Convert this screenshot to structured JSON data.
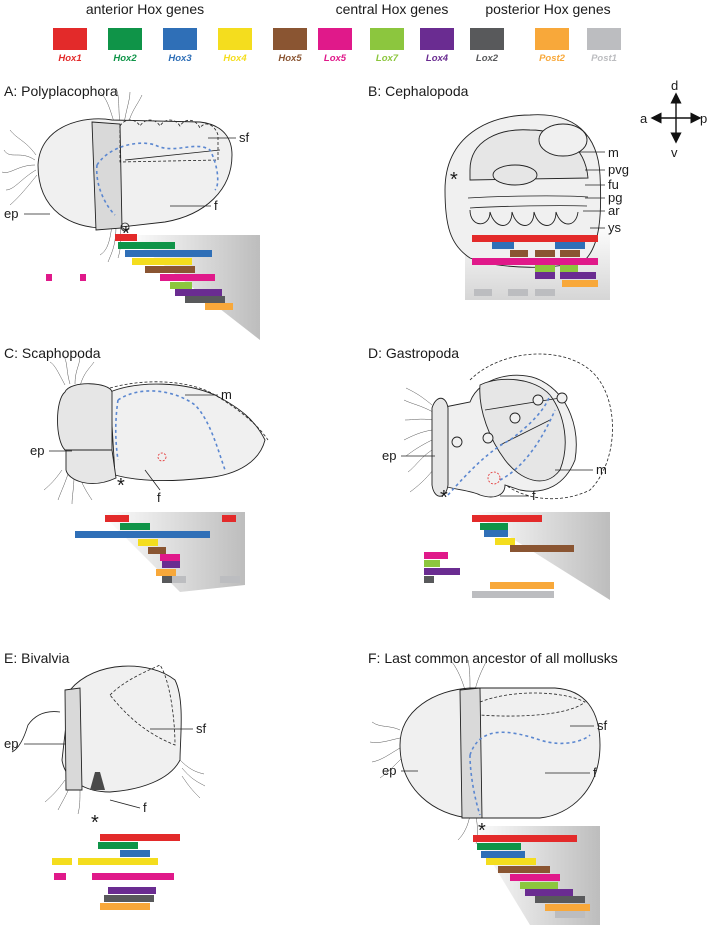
{
  "legend": {
    "groups": [
      {
        "title": "anterior Hox genes",
        "genes": [
          "Hox1",
          "Hox2",
          "Hox3",
          "Hox4",
          "Hox5"
        ]
      },
      {
        "title": "central Hox genes",
        "genes": [
          "Lox5",
          "Lox7",
          "Lox4",
          "Lox2"
        ]
      },
      {
        "title": "posterior Hox genes",
        "genes": [
          "Post2",
          "Post1"
        ]
      }
    ]
  },
  "gene_colors": {
    "Hox1": "#e32a2a",
    "Hox2": "#0f9448",
    "Hox3": "#2f6fb7",
    "Hox4": "#f4dd1e",
    "Hox5": "#8a5532",
    "Lox5": "#e0198a",
    "Lox7": "#8cc63e",
    "Lox4": "#6a2c91",
    "Lox2": "#58595b",
    "Post2": "#f8a83a",
    "Post1": "#bcbdc0"
  },
  "panels": {
    "A": {
      "title": "A: Polyplacophora",
      "labels": {
        "sf": "sf",
        "ep": "ep",
        "f": "f",
        "star": "*"
      }
    },
    "B": {
      "title": "B: Cephalopoda",
      "labels": {
        "m": "m",
        "pvg": "pvg",
        "fu": "fu",
        "pg": "pg",
        "ar": "ar",
        "ys": "ys",
        "star": "*"
      }
    },
    "C": {
      "title": "C: Scaphopoda",
      "labels": {
        "m": "m",
        "ep": "ep",
        "f": "f",
        "star": "*"
      }
    },
    "D": {
      "title": "D: Gastropoda",
      "labels": {
        "ep": "ep",
        "m": "m",
        "f": "f",
        "star": "*"
      }
    },
    "E": {
      "title": "E: Bivalvia",
      "labels": {
        "sf": "sf",
        "ep": "ep",
        "f": "f",
        "star": "*"
      }
    },
    "F": {
      "title": "F: Last common ancestor of all mollusks",
      "labels": {
        "sf": "sf",
        "ep": "ep",
        "f": "f",
        "star": "*"
      }
    }
  },
  "axes": {
    "d": "d",
    "v": "v",
    "a": "a",
    "p": "p"
  }
}
